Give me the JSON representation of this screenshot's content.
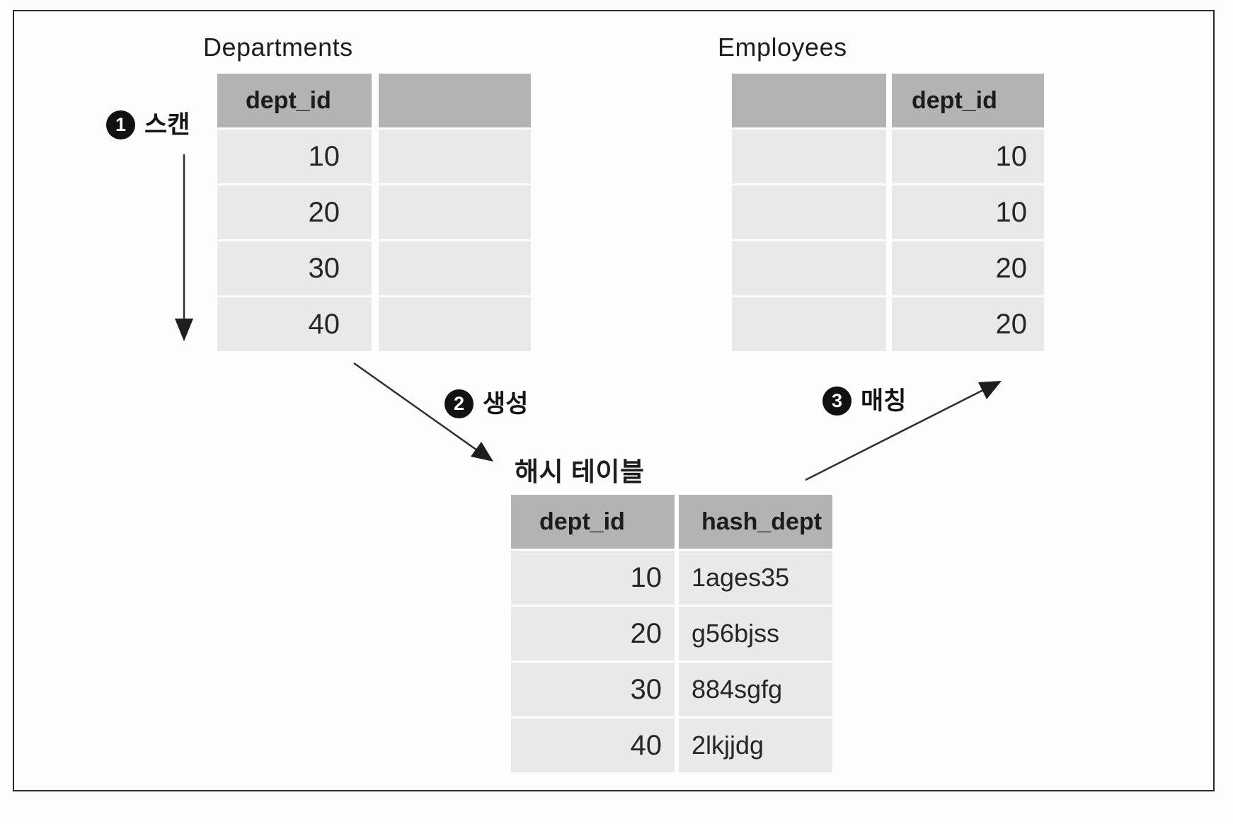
{
  "colors": {
    "header_bg": "#b3b3b3",
    "row_bg": "#e9e9e9",
    "frame": "#2b2b2b",
    "badge": "#111111",
    "arrow": "#2e2e2e",
    "paper": "#fdfdfd"
  },
  "tables": {
    "departments": {
      "title": "Departments",
      "columns": [
        "dept_id",
        ""
      ],
      "rows": [
        [
          "10",
          ""
        ],
        [
          "20",
          ""
        ],
        [
          "30",
          ""
        ],
        [
          "40",
          ""
        ]
      ]
    },
    "employees": {
      "title": "Employees",
      "columns": [
        "",
        "dept_id"
      ],
      "rows": [
        [
          "",
          "10"
        ],
        [
          "",
          "10"
        ],
        [
          "",
          "20"
        ],
        [
          "",
          "20"
        ]
      ]
    },
    "hash": {
      "title": "해시 테이블",
      "columns": [
        "dept_id",
        "hash_dept"
      ],
      "rows": [
        [
          "10",
          "1ages35"
        ],
        [
          "20",
          "g56bjss"
        ],
        [
          "30",
          "884sgfg"
        ],
        [
          "40",
          "2lkjjdg"
        ]
      ]
    }
  },
  "steps": [
    {
      "num": "1",
      "label": "스캔"
    },
    {
      "num": "2",
      "label": "생성"
    },
    {
      "num": "3",
      "label": "매칭"
    }
  ]
}
